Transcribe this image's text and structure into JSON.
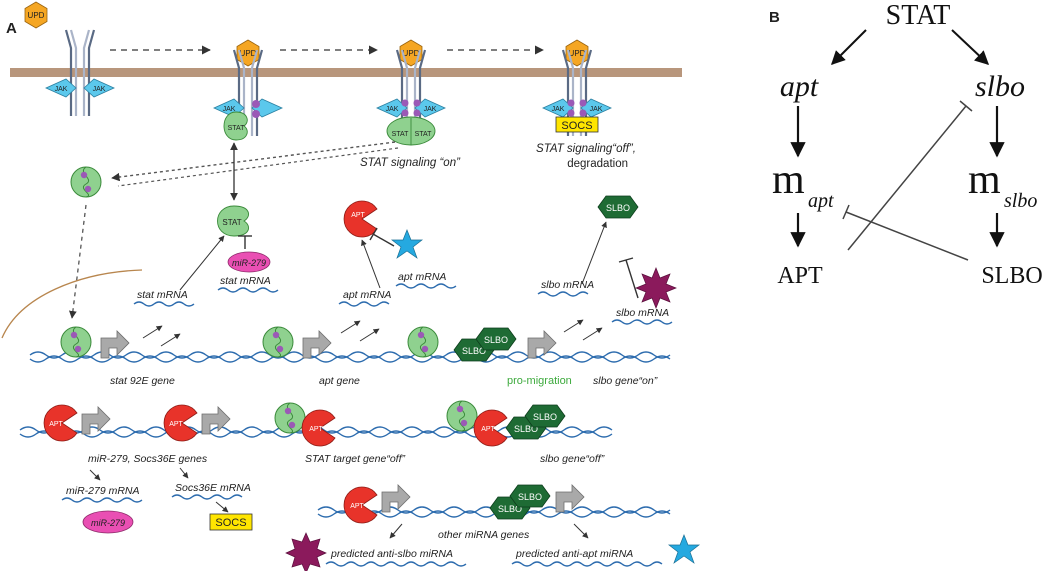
{
  "panel_a": {
    "letter": "A",
    "upd_label": "UPD",
    "jak_label": "JAK",
    "stat_label": "STAT",
    "socs_label": "SOCS",
    "signaling_on": "STAT signaling “on”",
    "signaling_off_line1": "STAT signaling“off”,",
    "signaling_off_line2": "degradation",
    "mir279_label": "miR-279",
    "apt_label": "APT",
    "slbo_label": "SLBO",
    "stat_mrna": "stat mRNA",
    "apt_mrna": "apt mRNA",
    "slbo_mrna": "slbo mRNA",
    "stat_gene": "stat 92E gene",
    "apt_gene": "apt gene",
    "pro_migration": "pro-migration",
    "slbo_gene_on": "slbo gene“on”",
    "mir_socs_genes": "miR-279, Socs36E genes",
    "stat_target_off": "STAT target gene“off”",
    "slbo_gene_off": "slbo gene“off”",
    "mir279_mrna": "miR-279 mRNA",
    "socs36e_mrna": "Socs36E mRNA",
    "other_mirna_genes": "other miRNA genes",
    "pred_anti_slbo": "predicted anti-slbo miRNA",
    "pred_anti_apt": "predicted anti-apt miRNA",
    "colors": {
      "membrane": "#b8967c",
      "upd": "#f5a623",
      "jak": "#5bc8ec",
      "stat": "#8fd18f",
      "stat_dot": "#9b59b6",
      "apt": "#e8332a",
      "slbo": "#1e6b34",
      "mir": "#e94fb3",
      "socs": "#ffe500",
      "star": "#25a9e0",
      "burst": "#8b1a5c",
      "dna": "#2d6cae",
      "promigration": "#3daa3d"
    }
  },
  "panel_b": {
    "letter": "B",
    "stat": "STAT",
    "apt": "apt",
    "slbo": "slbo",
    "m": "m",
    "apt_sub": "apt",
    "slbo_sub": "slbo",
    "APT": "APT",
    "SLBO": "SLBO"
  }
}
